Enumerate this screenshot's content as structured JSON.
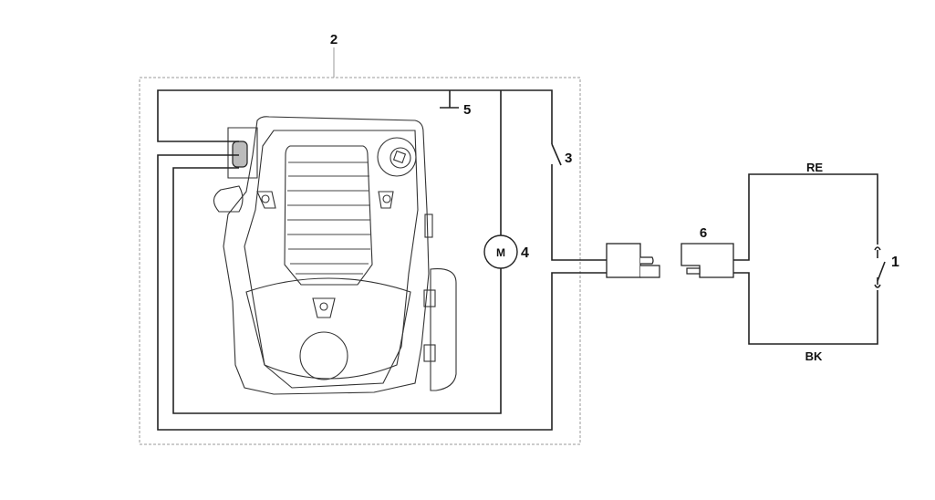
{
  "diagram": {
    "labels": {
      "assembly": "2",
      "wire_tick": "5",
      "brake_switch": "3",
      "motor_number": "4",
      "motor_symbol": "M",
      "connector": "6",
      "handle_switch": "1"
    },
    "wire_colors": {
      "top": "RE",
      "bottom": "BK"
    }
  }
}
